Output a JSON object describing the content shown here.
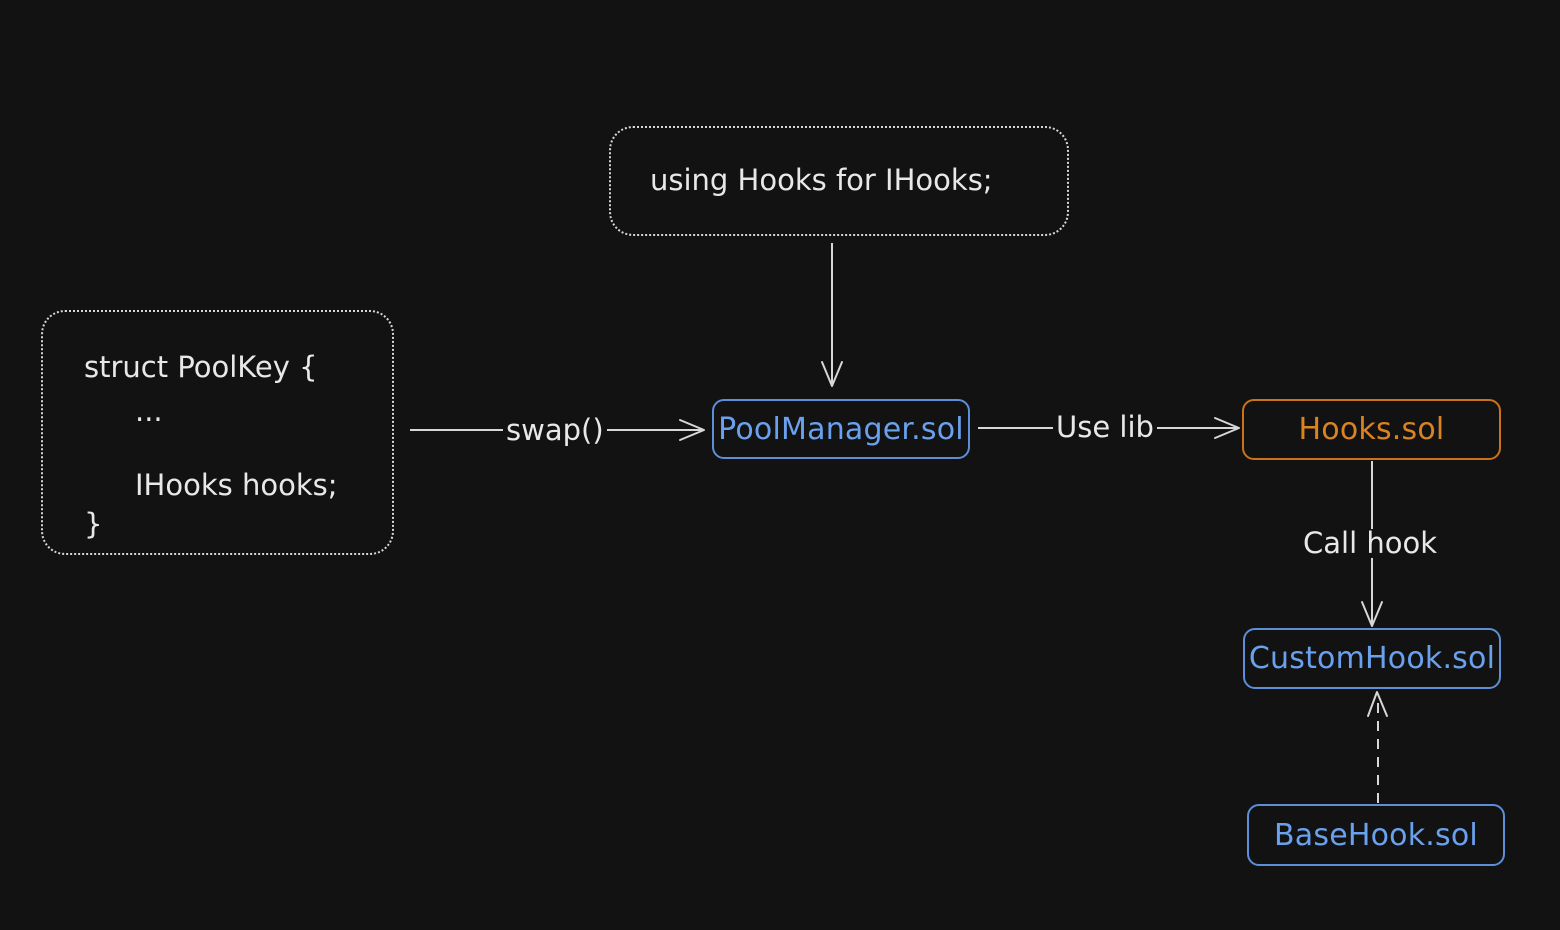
{
  "boxes": {
    "using_hooks": "using Hooks for IHooks;",
    "struct": {
      "line1": "struct PoolKey {",
      "line2": "...",
      "line3": "IHooks hooks;",
      "line4": "}"
    }
  },
  "nodes": {
    "pool_manager": "PoolManager.sol",
    "hooks": "Hooks.sol",
    "custom_hook": "CustomHook.sol",
    "base_hook": "BaseHook.sol"
  },
  "edges": {
    "swap": "swap()",
    "use_lib": "Use lib",
    "call_hook": "Call hook"
  },
  "colors": {
    "background": "#121212",
    "contract_blue": "#6aa1ee",
    "library_orange": "#d98321",
    "line": "#d7d7d7"
  }
}
